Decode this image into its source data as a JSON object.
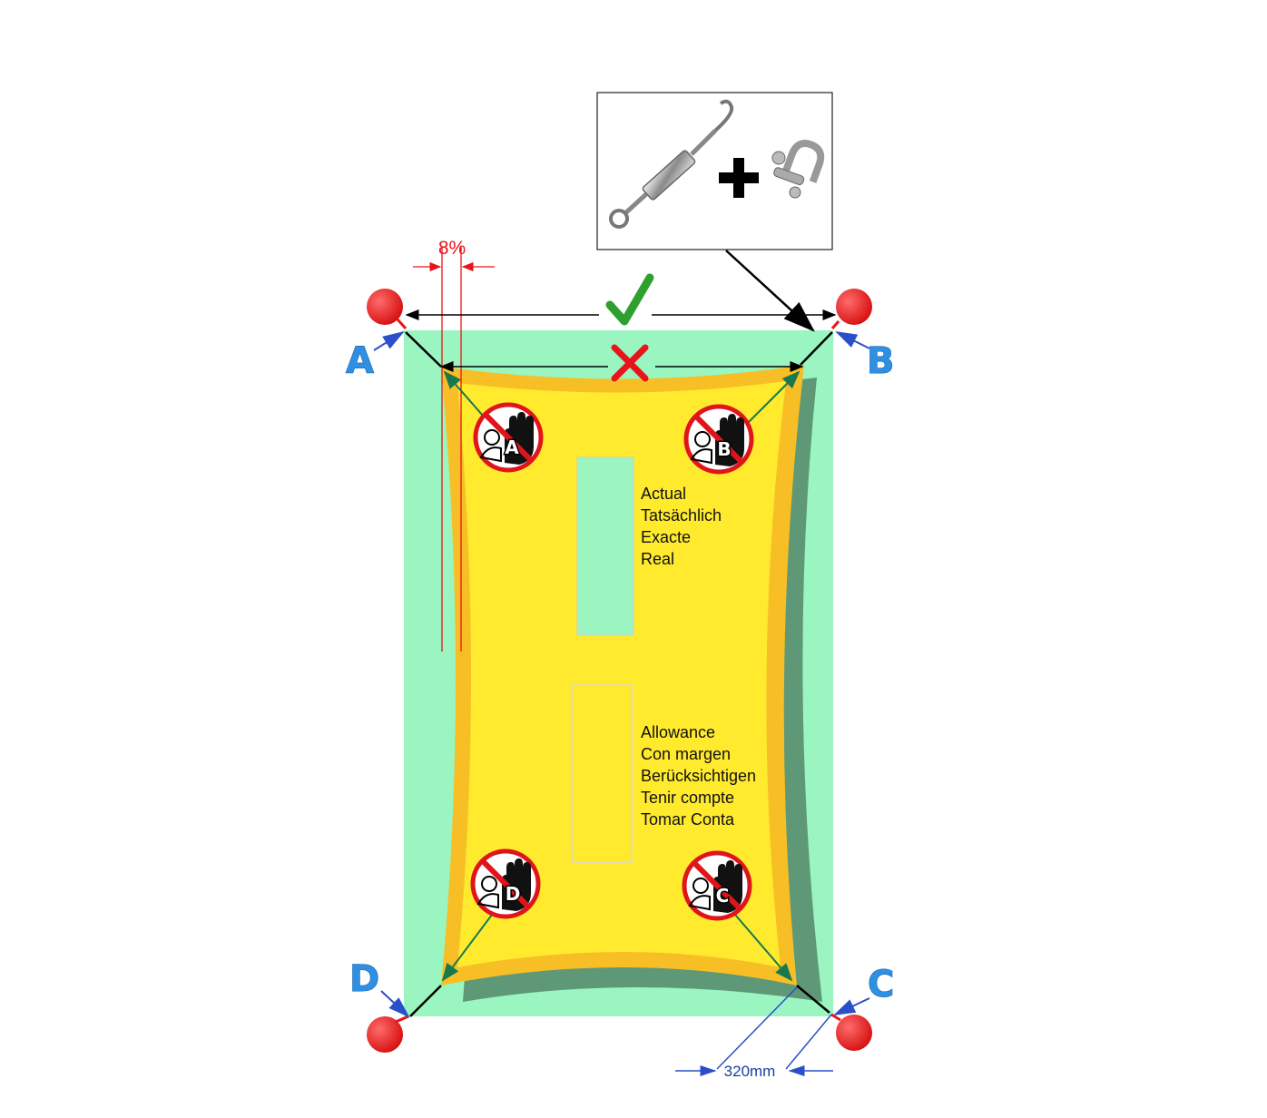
{
  "diagram": {
    "percent_label": "8%",
    "distance_label": "320mm",
    "corners": [
      "A",
      "B",
      "C",
      "D"
    ],
    "actual_labels": [
      "Actual",
      "Tatsächlich",
      "Exacte",
      "Real"
    ],
    "allowance_labels": [
      "Allowance",
      "Con margen",
      "Berücksichtigen",
      "Tenir compte",
      "Tomar Conta"
    ],
    "correct_symbol": "✓",
    "incorrect_symbol": "✕",
    "sign_letters": [
      "A",
      "B",
      "D",
      "C"
    ],
    "hardware_icons": [
      "turnbuckle-icon",
      "plus-icon",
      "shackle-icon"
    ],
    "colors": {
      "area": "#9af5c1",
      "sail": "#ffea2e",
      "sail_edge": "#f7bf25",
      "post": "#ee1c1c",
      "letter": "#2f8fe0",
      "measure": "#e8141b",
      "arrow": "#18794f",
      "check": "#2fa02f"
    }
  }
}
